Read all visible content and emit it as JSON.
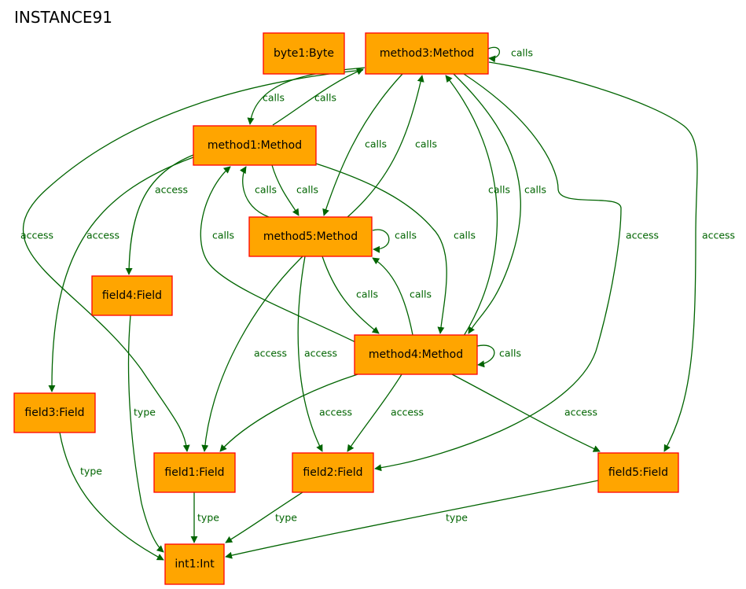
{
  "title": "INSTANCE91",
  "colors": {
    "node_fill": "#ffa500",
    "node_border": "#ff0000",
    "edge": "#006400"
  },
  "nodes": {
    "byte1": "byte1:Byte",
    "method3": "method3:Method",
    "method1": "method1:Method",
    "method5": "method5:Method",
    "field4": "field4:Field",
    "method4": "method4:Method",
    "field3": "field3:Field",
    "field1": "field1:Field",
    "field2": "field2:Field",
    "field5": "field5:Field",
    "int1": "int1:Int"
  },
  "edges": [
    {
      "from": "method3",
      "to": "method3",
      "label": "calls"
    },
    {
      "from": "method3",
      "to": "method1",
      "label": "calls"
    },
    {
      "from": "method1",
      "to": "method3",
      "label": "calls"
    },
    {
      "from": "method3",
      "to": "field1",
      "label": "access"
    },
    {
      "from": "method3",
      "to": "field5",
      "label": "access"
    },
    {
      "from": "method1",
      "to": "field4",
      "label": "access"
    },
    {
      "from": "method1",
      "to": "field3",
      "label": "access"
    },
    {
      "from": "method5",
      "to": "method1",
      "label": "calls"
    },
    {
      "from": "method1",
      "to": "method5",
      "label": "calls"
    },
    {
      "from": "method4",
      "to": "method1",
      "label": "calls"
    },
    {
      "from": "method3",
      "to": "method5",
      "label": "calls"
    },
    {
      "from": "method5",
      "to": "method3",
      "label": "calls"
    },
    {
      "from": "method1",
      "to": "method4",
      "label": "calls"
    },
    {
      "from": "method4",
      "to": "method3",
      "label": "calls"
    },
    {
      "from": "method3",
      "to": "method4",
      "label": "calls"
    },
    {
      "from": "method3",
      "to": "field2",
      "label": "access"
    },
    {
      "from": "method5",
      "to": "method5",
      "label": "calls"
    },
    {
      "from": "method5",
      "to": "method4",
      "label": "calls"
    },
    {
      "from": "method4",
      "to": "method5",
      "label": "calls"
    },
    {
      "from": "method5",
      "to": "field1",
      "label": "access"
    },
    {
      "from": "method5",
      "to": "field2",
      "label": "access"
    },
    {
      "from": "method4",
      "to": "method4",
      "label": "calls"
    },
    {
      "from": "method4",
      "to": "field1",
      "label": "access"
    },
    {
      "from": "method4",
      "to": "field2",
      "label": "access"
    },
    {
      "from": "method4",
      "to": "field5",
      "label": "access"
    },
    {
      "from": "field4",
      "to": "int1",
      "label": "type"
    },
    {
      "from": "field3",
      "to": "int1",
      "label": "type"
    },
    {
      "from": "field1",
      "to": "int1",
      "label": "type"
    },
    {
      "from": "field2",
      "to": "int1",
      "label": "type"
    },
    {
      "from": "field5",
      "to": "int1",
      "label": "type"
    }
  ]
}
